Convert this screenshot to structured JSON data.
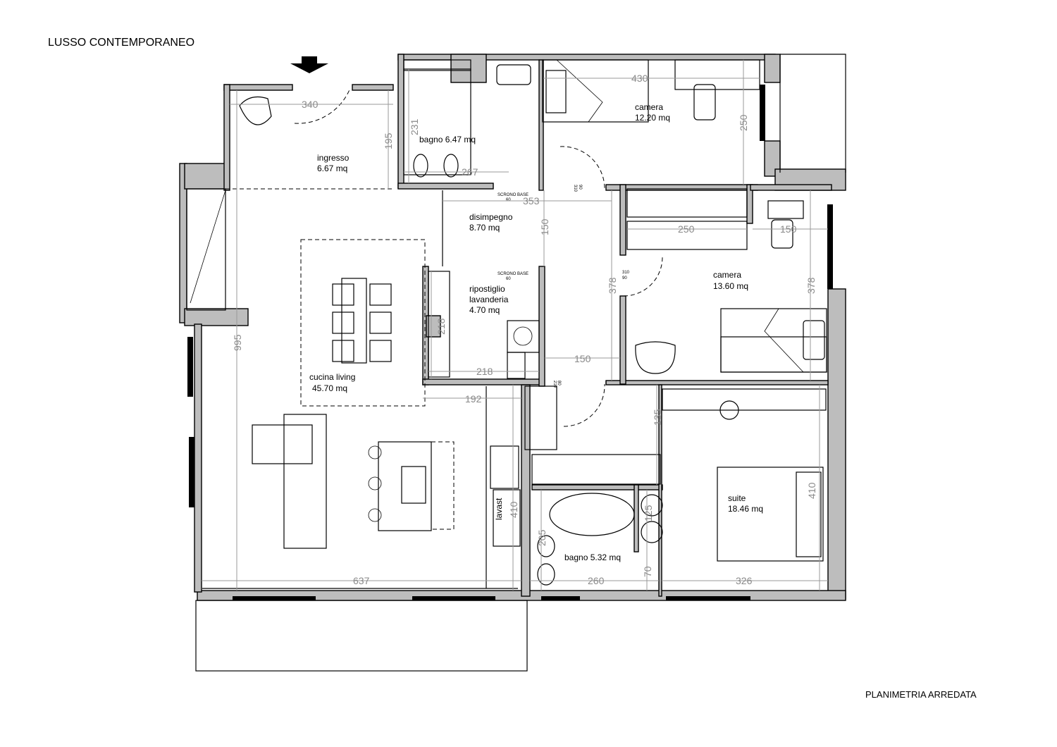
{
  "title": "LUSSO CONTEMPORANEO",
  "footer": "PLANIMETRIA ARREDATA",
  "rooms": {
    "ingresso": {
      "name": "ingresso",
      "area": "6.67 mq"
    },
    "bagno1": {
      "name": "bagno 6.47 mq"
    },
    "camera1": {
      "name": "camera",
      "area": "12.20 mq"
    },
    "disimpegno": {
      "name": "disimpegno",
      "area": "8.70 mq"
    },
    "camera2": {
      "name": "camera",
      "area": "13.60 mq"
    },
    "ripostiglio": {
      "name": "ripostiglio",
      "name2": "lavanderia",
      "area": "4.70 mq"
    },
    "cucina": {
      "name": "cucina living",
      "area": "45.70 mq"
    },
    "suite": {
      "name": "suite",
      "area": "18.46 mq"
    },
    "bagno2": {
      "name": "bagno 5.32 mq"
    }
  },
  "labels": {
    "lavast": "lavast",
    "scrigno": "SCRONO BASE",
    "scrigno_w": "60"
  },
  "doors": {
    "d1a": "310",
    "d1b": "90",
    "d2a": "310",
    "d2b": "90",
    "d3a": "210",
    "d3b": "80"
  },
  "dims": {
    "d340": "340",
    "d195": "195",
    "d231": "231",
    "d267": "267",
    "d430": "430",
    "d250": "250",
    "d353": "353",
    "d150a": "150",
    "d250b": "250",
    "d150b": "150",
    "d378a": "378",
    "d378b": "378",
    "d995": "995",
    "d218a": "218",
    "d218b": "218",
    "d150c": "150",
    "d192": "192",
    "d135": "135",
    "d410a": "410",
    "d410b": "410",
    "d125": "125",
    "d205": "205",
    "d70": "70",
    "d637": "637",
    "d260": "260",
    "d326": "326"
  }
}
